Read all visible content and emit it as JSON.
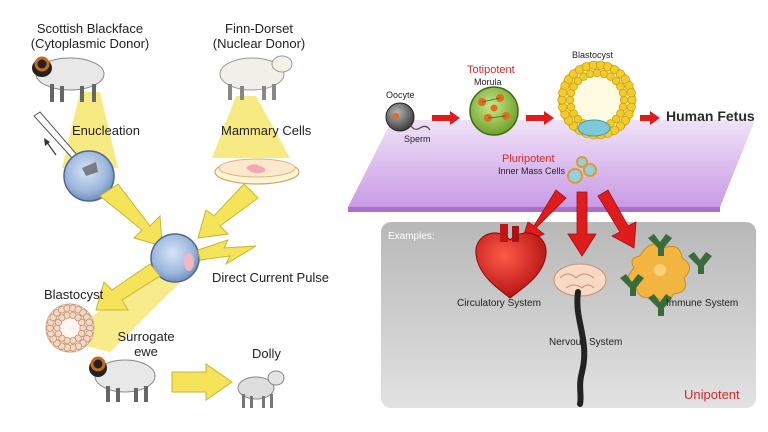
{
  "left_panel": {
    "blackface_donor": [
      "Scottish Blackface",
      "(Cytoplasmic Donor)"
    ],
    "dorset_donor": [
      "Finn-Dorset",
      "(Nuclear Donor)"
    ],
    "enucleation": "Enucleation",
    "mammary_cells": "Mammary Cells",
    "direct_current_pulse": "Direct Current Pulse",
    "blastocyst": "Blastocyst",
    "surrogate": [
      "Surrogate",
      "ewe"
    ],
    "dolly": "Dolly"
  },
  "right_panel": {
    "oocyte": "Oocyte",
    "sperm": "Sperm",
    "totipotent": "Totipotent",
    "morula": "Morula",
    "blastocyst": "Blastocyst",
    "human_fetus": "Human Fetus",
    "pluripotent": "Pluripotent",
    "inner_mass_cells": "Inner Mass Cells",
    "examples": "Examples:",
    "circulatory_system": "Circulatory System",
    "nervous_system": "Nervous System",
    "immune_system": "Immune System",
    "unipotent": "Unipotent"
  },
  "colors": {
    "totipotent_red": "#d42a2a",
    "arrow_red": "#e01b1b",
    "beam_yellow": "#f5e35a",
    "cell_blue": "#9cb6dc",
    "examples_bg": "#cfcfcf",
    "platform_violet": "#d9b6ee"
  }
}
